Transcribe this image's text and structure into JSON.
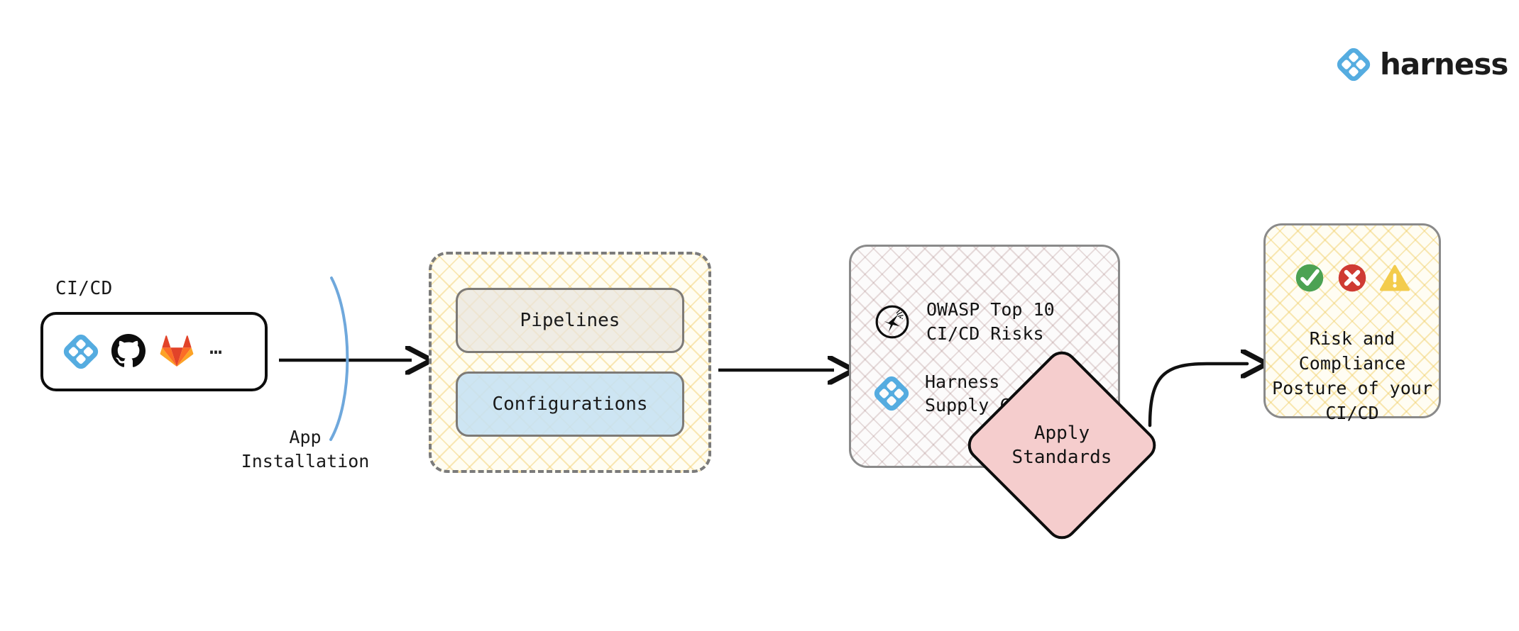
{
  "brand": {
    "name": "harness",
    "logo_icon": "harness-diamond-icon",
    "accent_color": "#55ACE0",
    "wordmark_color": "#1C1C1C"
  },
  "diagram": {
    "type": "flow",
    "background": "#FFFFFF",
    "source": {
      "label": "CI/CD",
      "tools": [
        {
          "name": "Harness",
          "icon": "harness-icon",
          "color": "#55ACE0"
        },
        {
          "name": "GitHub",
          "icon": "github-icon",
          "color": "#0D0D0D"
        },
        {
          "name": "GitLab",
          "icon": "gitlab-icon",
          "color": "#E2432A"
        }
      ],
      "more_indicator": "…"
    },
    "connector_1": {
      "label": "App\nInstallation",
      "arc_color": "#6FA8DC",
      "arrow_color": "#111111"
    },
    "scanned_assets": {
      "border_style": "dashed",
      "border_color": "#7B7B7B",
      "pattern_color": "#F0C85F",
      "items": [
        {
          "label": "Pipelines",
          "fill": "#E9E4DE"
        },
        {
          "label": "Configurations",
          "fill": "#C5E1F3"
        }
      ]
    },
    "standards": {
      "pattern_color": "#B08C8C",
      "border_color": "#8A8A8A",
      "rows": [
        {
          "icon": "owasp-icon",
          "text": "OWASP Top 10\nCI/CD Risks"
        },
        {
          "icon": "harness-icon",
          "text": "Harness\nSupply Chain"
        }
      ]
    },
    "action": {
      "label": "Apply\nStandards",
      "fill": "#F5CDCD",
      "border_color": "#0D0D0D",
      "shape": "diamond"
    },
    "outcome": {
      "text": "Risk and Compliance\nPosture of your\nCI/CD",
      "pattern_color": "#F0CD64",
      "border_color": "#8A8A8A",
      "status_icons": [
        {
          "name": "check-circle-icon",
          "meaning": "pass",
          "color": "#4CA253"
        },
        {
          "name": "x-circle-icon",
          "meaning": "fail",
          "color": "#CF3B33"
        },
        {
          "name": "warning-triangle-icon",
          "meaning": "warning",
          "color": "#F3CC4C"
        }
      ]
    }
  }
}
